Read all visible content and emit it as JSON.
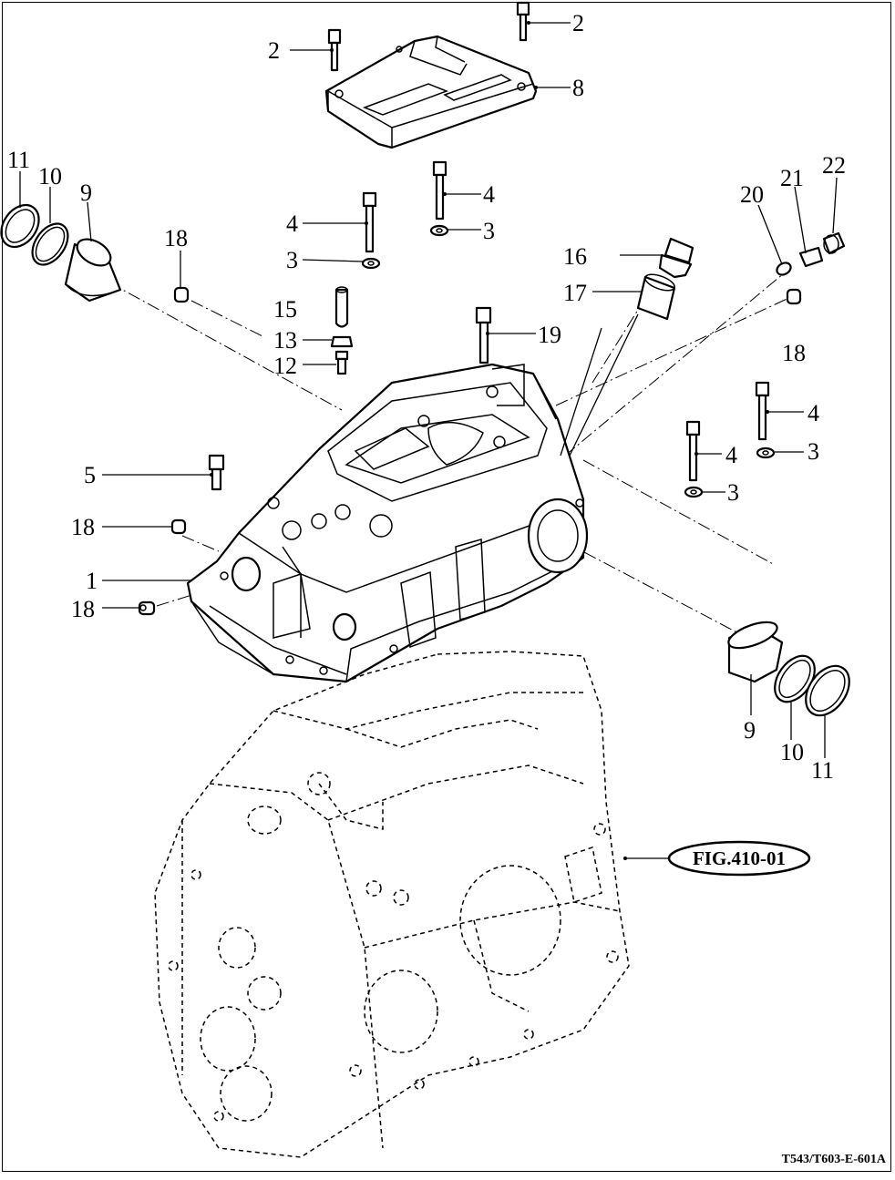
{
  "diagram": {
    "callouts": [
      {
        "id": "c-2a",
        "label": "2"
      },
      {
        "id": "c-2b",
        "label": "2"
      },
      {
        "id": "c-8",
        "label": "8"
      },
      {
        "id": "c-11a",
        "label": "11"
      },
      {
        "id": "c-10a",
        "label": "10"
      },
      {
        "id": "c-9a",
        "label": "9"
      },
      {
        "id": "c-18a",
        "label": "18"
      },
      {
        "id": "c-4a",
        "label": "4"
      },
      {
        "id": "c-3a",
        "label": "3"
      },
      {
        "id": "c-4b",
        "label": "4"
      },
      {
        "id": "c-3b",
        "label": "3"
      },
      {
        "id": "c-15",
        "label": "15"
      },
      {
        "id": "c-13",
        "label": "13"
      },
      {
        "id": "c-12",
        "label": "12"
      },
      {
        "id": "c-19",
        "label": "19"
      },
      {
        "id": "c-16",
        "label": "16"
      },
      {
        "id": "c-17",
        "label": "17"
      },
      {
        "id": "c-20",
        "label": "20"
      },
      {
        "id": "c-21",
        "label": "21"
      },
      {
        "id": "c-22",
        "label": "22"
      },
      {
        "id": "c-18b",
        "label": "18"
      },
      {
        "id": "c-4c",
        "label": "4"
      },
      {
        "id": "c-3c",
        "label": "3"
      },
      {
        "id": "c-4d",
        "label": "4"
      },
      {
        "id": "c-3d",
        "label": "3"
      },
      {
        "id": "c-5",
        "label": "5"
      },
      {
        "id": "c-18c",
        "label": "18"
      },
      {
        "id": "c-1",
        "label": "1"
      },
      {
        "id": "c-18d",
        "label": "18"
      },
      {
        "id": "c-9b",
        "label": "9"
      },
      {
        "id": "c-10b",
        "label": "10"
      },
      {
        "id": "c-11b",
        "label": "11"
      }
    ],
    "figure_reference": "FIG.410-01",
    "drawing_id": "T543/T603-E-601A"
  }
}
